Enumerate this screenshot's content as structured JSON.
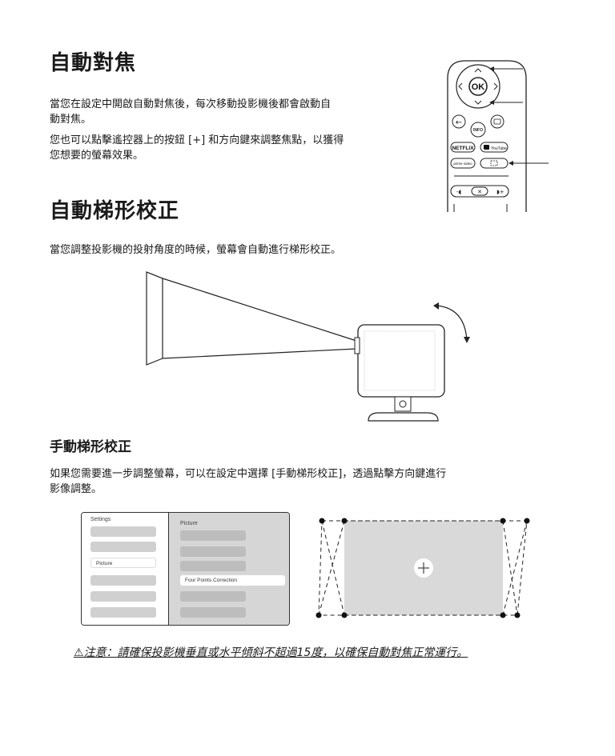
{
  "autofocus": {
    "title": "自動對焦",
    "para1_line1": "當您在設定中開啟自動對焦後，每次移動投影機後都會啟動自",
    "para1_line2": "動對焦。",
    "para2_line1": "您也可以點擊遙控器上的按鈕 [+] 和方向鍵來調整焦點，以獲得",
    "para2_line2": "您想要的螢幕效果。"
  },
  "keystone_auto": {
    "title": "自動梯形校正",
    "para": "當您調整投影機的投射角度的時候，螢幕會自動進行梯形校正。"
  },
  "keystone_manual": {
    "title": "手動梯形校正",
    "para_line1": "如果您需要進一步調整螢幕，可以在設定中選擇 [手動梯形校正]，透過點擊方向鍵進行",
    "para_line2": "影像調整。"
  },
  "remote": {
    "ok_label": "OK",
    "info_label": "INFO",
    "netflix_label": "NETFLIX",
    "youtube_label": "YouTube",
    "prime_label": "prime video"
  },
  "menu": {
    "settings_label": "Settings",
    "settings_selected": "Picture",
    "picture_label": "Picture",
    "picture_selected": "Four Points Correction"
  },
  "notice": "⚠注意：請確保投影機垂直或水平傾斜不超過15度，以確保自動對焦正常運行。",
  "colors": {
    "panel_gray": "#d0d0d0",
    "right_panel_bg": "#d6d6d6",
    "screen_fill": "#d9d9d9"
  }
}
